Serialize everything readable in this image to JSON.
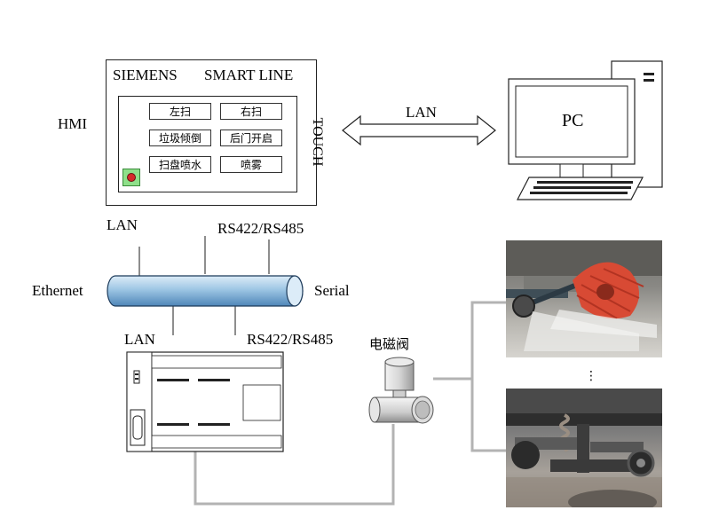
{
  "hmi": {
    "label": "HMI",
    "brand": "SIEMENS",
    "model": "SMART LINE",
    "side_text": "TOUCH",
    "buttons": [
      "左扫",
      "右扫",
      "垃圾倾倒",
      "后门开启",
      "扫盘喷水",
      "喷雾"
    ]
  },
  "pc": {
    "label": "PC"
  },
  "link_hmi_pc": {
    "label": "LAN"
  },
  "bus": {
    "left_label": "Ethernet",
    "right_label": "Serial",
    "top_left_label": "LAN",
    "top_right_label": "RS422/RS485",
    "bottom_left_label": "LAN",
    "bottom_right_label": "RS422/RS485"
  },
  "valve": {
    "label": "电磁阀"
  },
  "photos": {
    "ellipsis": "⋮"
  }
}
